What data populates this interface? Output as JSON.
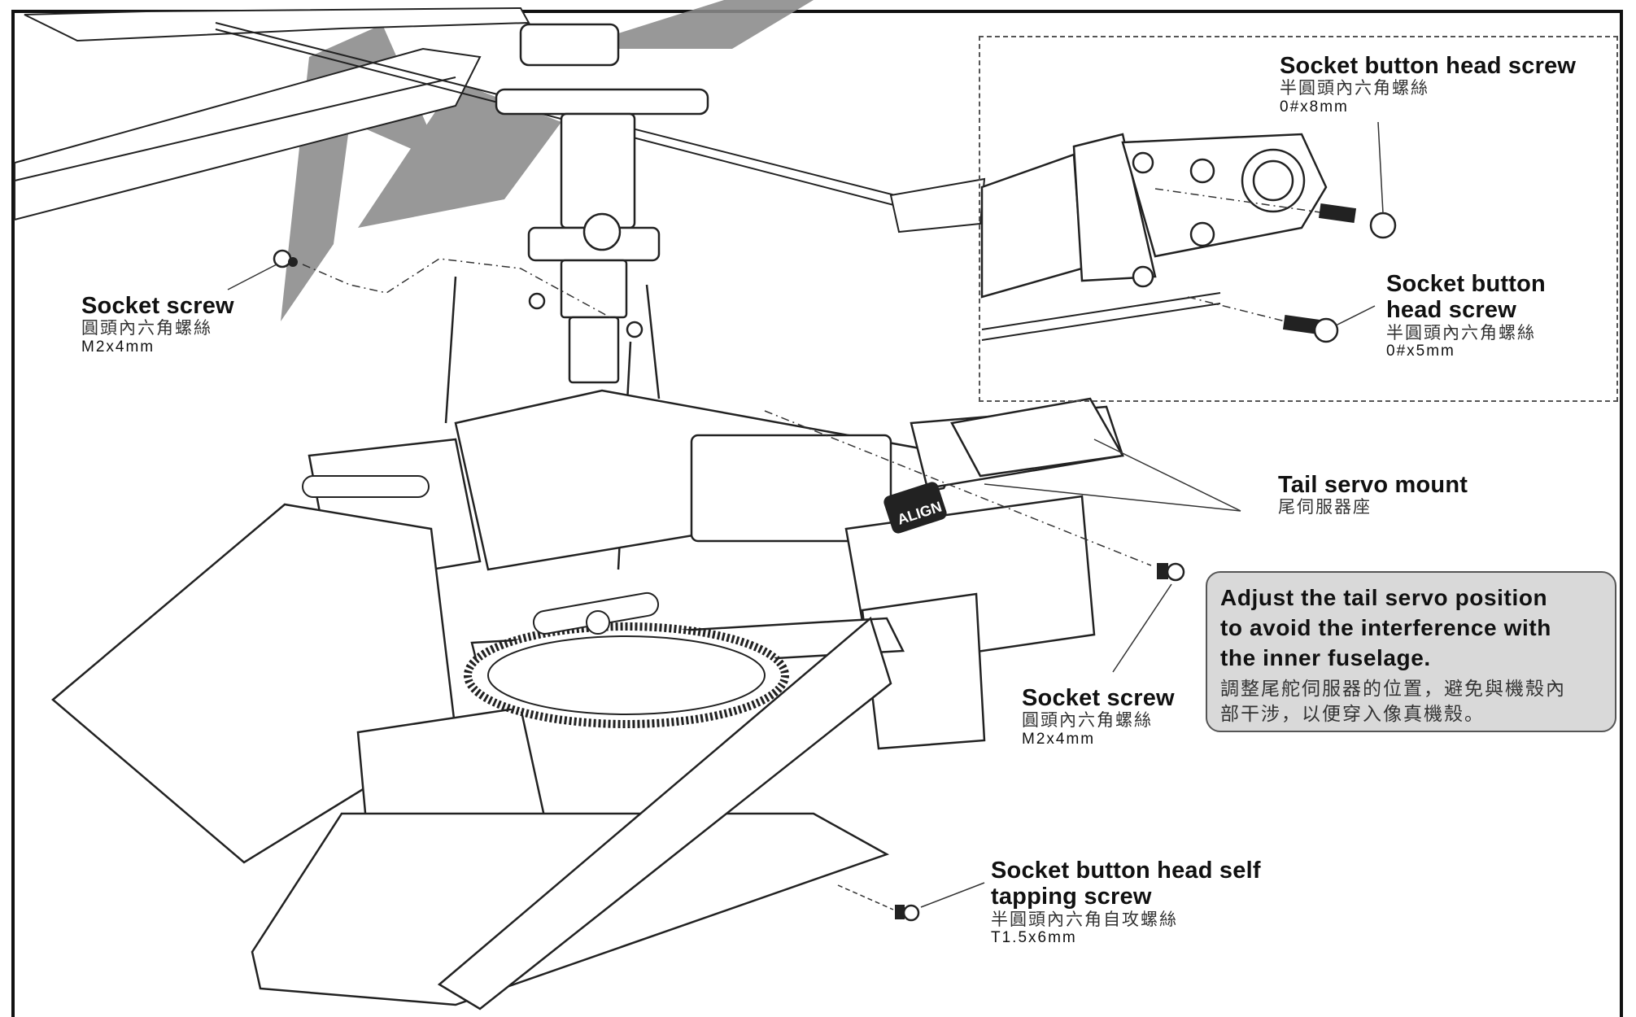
{
  "labels": {
    "socket_screw_left": {
      "en": "Socket screw",
      "zh": "圓頭內六角螺絲",
      "size": "M2x4mm"
    },
    "inset_screw_top": {
      "en": "Socket button head screw",
      "zh": "半圓頭內六角螺絲",
      "size": "0#x8mm"
    },
    "inset_screw_bottom": {
      "en_line1": "Socket button",
      "en_line2": "head screw",
      "zh": "半圓頭內六角螺絲",
      "size": "0#x5mm"
    },
    "tail_servo_mount": {
      "en": "Tail servo mount",
      "zh": "尾伺服器座"
    },
    "socket_screw_right": {
      "en": "Socket screw",
      "zh": "圓頭內六角螺絲",
      "size": "M2x4mm"
    },
    "self_tapping_screw": {
      "en_line1": "Socket button head self",
      "en_line2": "tapping screw",
      "zh": "半圓頭內六角自攻螺絲",
      "size": "T1.5x6mm"
    }
  },
  "note": {
    "en_line1": "Adjust the tail servo position",
    "en_line2": "to avoid the interference with",
    "en_line3": "the inner fuselage.",
    "zh_line1": "調整尾舵伺服器的位置，避免與機殼內",
    "zh_line2": "部干涉，以便穿入像真機殼。"
  },
  "logo": {
    "text": "ALIGN"
  },
  "colors": {
    "line": "#222222",
    "watermark": "#8a8a8a",
    "note_bg": "#d9d9d9"
  }
}
